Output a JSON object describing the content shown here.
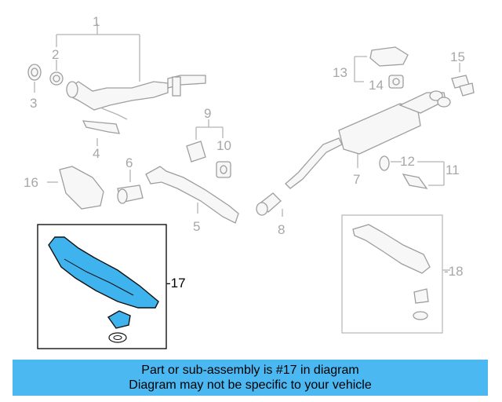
{
  "callouts": {
    "c1": "1",
    "c2": "2",
    "c3": "3",
    "c4": "4",
    "c5": "5",
    "c6": "6",
    "c7": "7",
    "c8": "8",
    "c9": "9",
    "c10": "10",
    "c11": "11",
    "c12": "12",
    "c13": "13",
    "c14": "14",
    "c15": "15",
    "c16": "16",
    "c17": "-17",
    "c18": "-18"
  },
  "highlight": {
    "part_number": "17",
    "color": "#3fb3ee"
  },
  "banner": {
    "line1": "Part or sub-assembly is #17 in diagram",
    "line2": "Diagram may not be specific to your vehicle",
    "color": "#4bb8f2"
  }
}
